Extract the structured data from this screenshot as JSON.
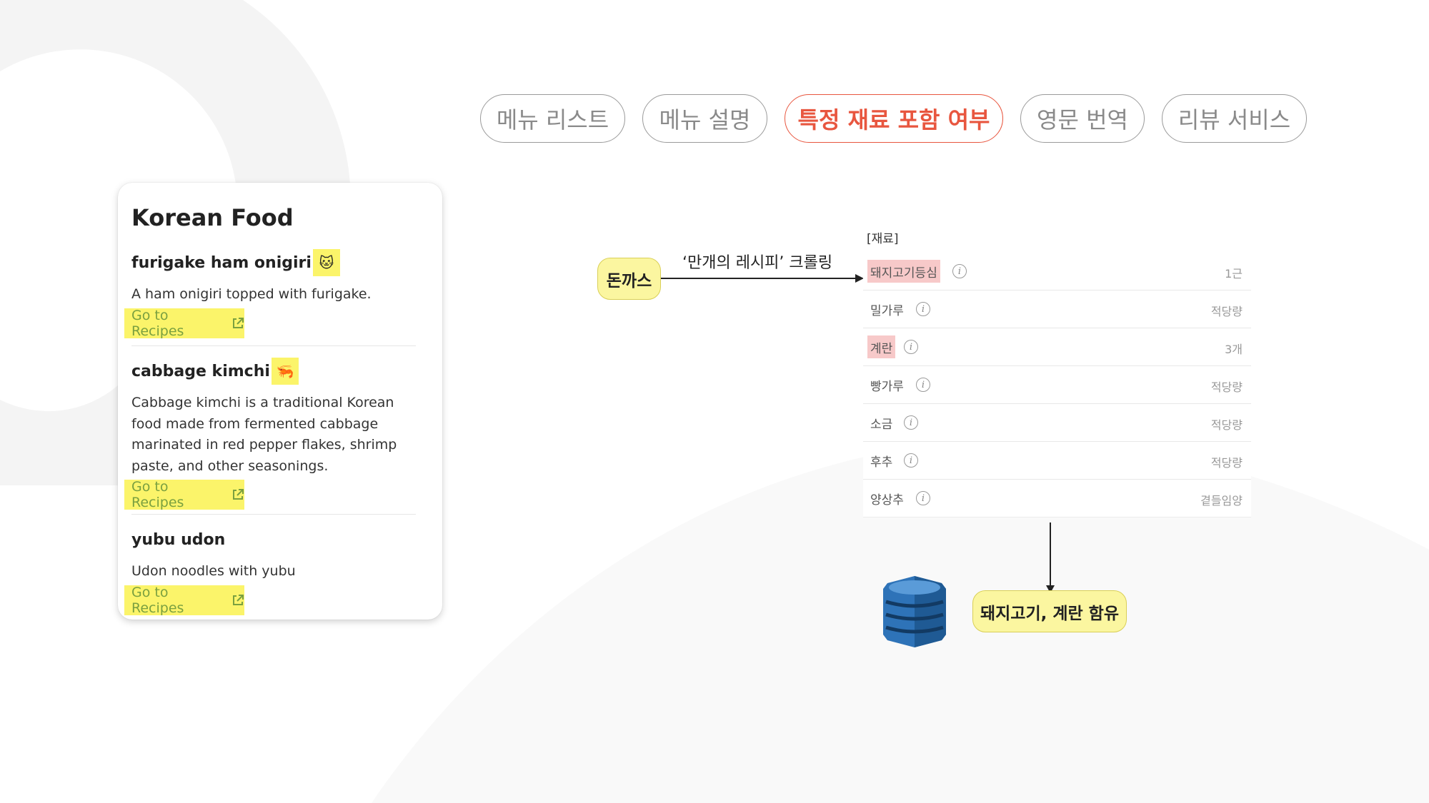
{
  "tabs": [
    {
      "label": "메뉴 리스트",
      "active": false
    },
    {
      "label": "메뉴 설명",
      "active": false
    },
    {
      "label": "특정 재료 포함 여부",
      "active": true
    },
    {
      "label": "영문 번역",
      "active": false
    },
    {
      "label": "리뷰 서비스",
      "active": false
    }
  ],
  "card": {
    "title": "Korean Food",
    "items": [
      {
        "name": "furigake ham onigiri",
        "emoji": "🐱",
        "description": "A ham onigiri topped with furigake.",
        "link_label": "Go to Recipes"
      },
      {
        "name": "cabbage kimchi",
        "emoji": "🦐",
        "description": "Cabbage kimchi is a traditional Korean food made from fermented cabbage marinated in red pepper flakes, shrimp paste, and other seasonings.",
        "link_label": "Go to Recipes"
      },
      {
        "name": "yubu udon",
        "emoji": "",
        "description": "Udon noodles with yubu",
        "link_label": "Go to Recipes"
      }
    ]
  },
  "flow": {
    "dish": "돈까스",
    "crawl_label": "‘만개의 레시피’ 크롤링",
    "result": "돼지고기, 계란 함유"
  },
  "ingredients": {
    "header": "[재료]",
    "rows": [
      {
        "name": "돼지고기등심",
        "qty": "1근",
        "highlight": true
      },
      {
        "name": "밀가루",
        "qty": "적당량",
        "highlight": false
      },
      {
        "name": "계란",
        "qty": "3개",
        "highlight": true
      },
      {
        "name": "빵가루",
        "qty": "적당량",
        "highlight": false
      },
      {
        "name": "소금",
        "qty": "적당량",
        "highlight": false
      },
      {
        "name": "후추",
        "qty": "적당량",
        "highlight": false
      },
      {
        "name": "양상추",
        "qty": "곁들임양",
        "highlight": false
      }
    ]
  },
  "icons": {
    "external_link": "external-link-icon",
    "info": "info-icon",
    "database": "dynamodb-icon"
  },
  "colors": {
    "active_tab": "#e8563f",
    "highlight_yellow": "#fbf46a",
    "highlight_pink": "#f7c9c9",
    "link_green": "#7aa040",
    "dynamodb_blue": "#2e73b8"
  }
}
